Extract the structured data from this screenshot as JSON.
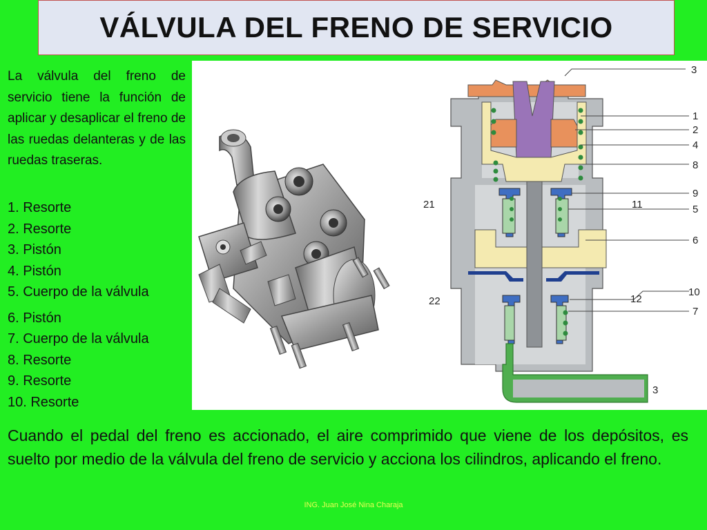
{
  "title": "VÁLVULA DEL FRENO DE SERVICIO",
  "intro": "La válvula del freno de servicio tiene la función de aplicar y desaplicar el freno de las ruedas delanteras y de las ruedas traseras.",
  "parts": [
    "1. Resorte",
    "2. Resorte",
    "3. Pistón",
    "4. Pistón",
    "5. Cuerpo de la válvula",
    "6. Pistón",
    "7. Cuerpo de la válvula",
    "8. Resorte",
    "9. Resorte",
    "10. Resorte"
  ],
  "diagram_labels": {
    "l3_top": "3",
    "l1": "1",
    "l2": "2",
    "l4": "4",
    "l8": "8",
    "l9": "9",
    "l11": "11",
    "l5": "5",
    "l21": "21",
    "l6": "6",
    "l10": "10",
    "l12": "12",
    "l22": "22",
    "l7": "7",
    "l3_bottom": "3"
  },
  "description": "Cuando el pedal del freno es accionado, el aire comprimido que viene de los depósitos, es suelto por medio de la válvula del freno de servicio y acciona los cilindros, aplicando el freno.",
  "footer": "ING. Juan José Nina Charaja",
  "colors": {
    "background": "#22ee22",
    "title_box": "#e1e6f2",
    "title_border": "#c0504d",
    "diagram_gray": "#b9bdc0",
    "diagram_purple": "#9a74b8",
    "diagram_orange": "#e8915c",
    "diagram_yellow": "#f4eab0",
    "diagram_blue": "#3f6ec2",
    "diagram_green": "#4fae4f"
  }
}
